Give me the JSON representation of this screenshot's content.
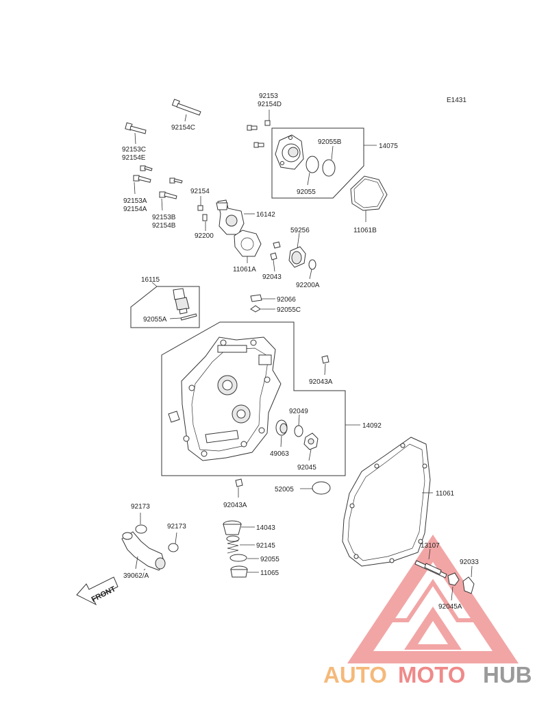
{
  "diagram": {
    "code": "E1431",
    "labels": [
      {
        "id": "l92153",
        "text": "92153"
      },
      {
        "id": "l92154D",
        "text": "92154D"
      },
      {
        "id": "l92154C",
        "text": "92154C"
      },
      {
        "id": "l92153C",
        "text": "92153C"
      },
      {
        "id": "l92154E",
        "text": "92154E"
      },
      {
        "id": "l92055B",
        "text": "92055B"
      },
      {
        "id": "l14075",
        "text": "14075"
      },
      {
        "id": "l92055",
        "text": "92055"
      },
      {
        "id": "l11061B",
        "text": "11061B"
      },
      {
        "id": "l92153A",
        "text": "92153A"
      },
      {
        "id": "l92154A",
        "text": "92154A"
      },
      {
        "id": "l92153B",
        "text": "92153B"
      },
      {
        "id": "l92154B",
        "text": "92154B"
      },
      {
        "id": "l92154",
        "text": "92154"
      },
      {
        "id": "l16142",
        "text": "16142"
      },
      {
        "id": "l92200",
        "text": "92200"
      },
      {
        "id": "l59256",
        "text": "59256"
      },
      {
        "id": "l11061A",
        "text": "11061A"
      },
      {
        "id": "l92043",
        "text": "92043"
      },
      {
        "id": "l92200A",
        "text": "92200A"
      },
      {
        "id": "l16115",
        "text": "16115"
      },
      {
        "id": "l92066",
        "text": "92066"
      },
      {
        "id": "l92055C",
        "text": "92055C"
      },
      {
        "id": "l92055A",
        "text": "92055A"
      },
      {
        "id": "l92043A_top",
        "text": "92043A"
      },
      {
        "id": "l92049",
        "text": "92049"
      },
      {
        "id": "l14092",
        "text": "14092"
      },
      {
        "id": "l49063",
        "text": "49063"
      },
      {
        "id": "l92045",
        "text": "92045"
      },
      {
        "id": "l52005",
        "text": "52005"
      },
      {
        "id": "l11061",
        "text": "11061"
      },
      {
        "id": "l92043A_bot",
        "text": "92043A"
      },
      {
        "id": "l92173_a",
        "text": "92173"
      },
      {
        "id": "l92173_b",
        "text": "92173"
      },
      {
        "id": "l14043",
        "text": "14043"
      },
      {
        "id": "l92145",
        "text": "92145"
      },
      {
        "id": "l92055_bot",
        "text": "92055"
      },
      {
        "id": "l11065",
        "text": "11065"
      },
      {
        "id": "l39062A",
        "text": "39062/A"
      },
      {
        "id": "l13107",
        "text": "13107"
      },
      {
        "id": "l92033",
        "text": "92033"
      },
      {
        "id": "l92045A",
        "text": "92045A"
      }
    ],
    "front_label": "FRONT"
  },
  "watermark": {
    "part1": "AUTO",
    "part2": "MOTO",
    "part3": "HUB",
    "color_orange": "#f5b97a",
    "color_red": "#e85c5c",
    "color_gray": "#9a9a9a"
  }
}
